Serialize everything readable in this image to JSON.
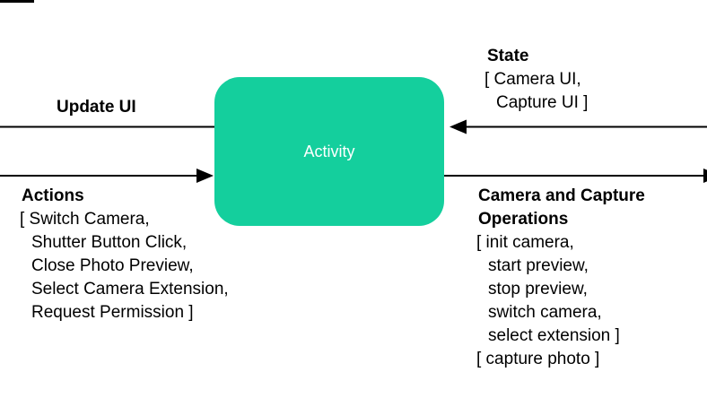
{
  "node": {
    "label": "Activity",
    "fill": "#14CF9D",
    "text_color": "#FFFFFF"
  },
  "arrows": {
    "update_ui": {
      "label": "Update UI",
      "direction": "points-left-offscreen"
    },
    "actions": {
      "direction": "points-right-into-activity"
    },
    "state": {
      "direction": "points-left-into-activity"
    },
    "camera_ops": {
      "direction": "points-right-offscreen"
    }
  },
  "labels": {
    "actions": {
      "title": "Actions",
      "lines": [
        "[ Switch Camera,",
        "Shutter Button Click,",
        "Close Photo Preview,",
        "Select Camera Extension,",
        "Request Permission ]"
      ]
    },
    "state": {
      "title": "State",
      "lines": [
        "[ Camera UI,",
        "Capture UI ]"
      ]
    },
    "camera_ops": {
      "title_lines": [
        "Camera and Capture",
        "Operations"
      ],
      "lines": [
        "[ init camera,",
        "start preview,",
        "stop preview,",
        "switch camera,",
        "select extension ]",
        "[ capture photo ]"
      ]
    }
  },
  "line_color": "#000000"
}
